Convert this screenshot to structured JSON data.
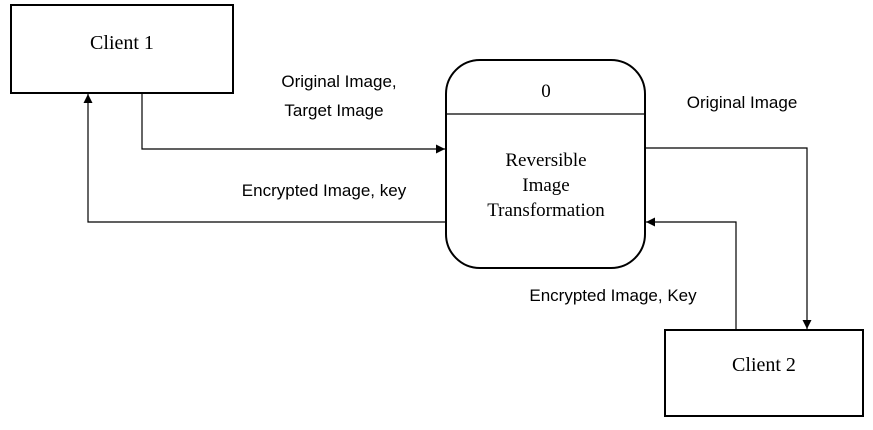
{
  "entities": {
    "client1": {
      "label": "Client 1"
    },
    "client2": {
      "label": "Client 2"
    }
  },
  "process": {
    "number": "0",
    "label_lines": [
      "Reversible",
      "Image",
      "Transformation"
    ]
  },
  "flows": {
    "client1_to_process": {
      "lines": [
        "Original Image,",
        "Target Image"
      ]
    },
    "process_to_client1": {
      "lines": [
        "Encrypted Image, key"
      ]
    },
    "process_to_client2": {
      "lines": [
        "Original Image"
      ]
    },
    "client2_to_process": {
      "lines": [
        "Encrypted Image, Key"
      ]
    }
  }
}
